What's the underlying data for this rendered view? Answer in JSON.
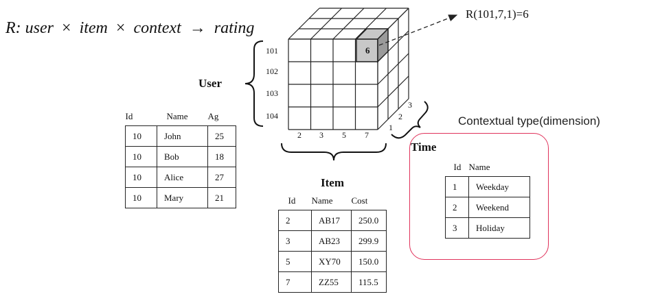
{
  "formula": {
    "var": "R",
    "colon": ":",
    "user": "user",
    "item": "item",
    "context": "context",
    "rating": "rating",
    "times_sym": "×",
    "arrow_sym": "→"
  },
  "callout": {
    "text": "R(101,7,1)=6",
    "cell_value": "6"
  },
  "cube": {
    "user_ticks": [
      "101",
      "102",
      "103",
      "104"
    ],
    "item_ticks": [
      "2",
      "3",
      "5",
      "7"
    ],
    "context_ticks": [
      "1",
      "2",
      "3"
    ]
  },
  "labels": {
    "user": "User",
    "item": "Item",
    "time": "Time",
    "contextual_type": "Contextual type(dimension)"
  },
  "user_table": {
    "headers": [
      "Id",
      "Name",
      "Ag"
    ],
    "rows": [
      [
        "10",
        "John",
        "25"
      ],
      [
        "10",
        "Bob",
        "18"
      ],
      [
        "10",
        "Alice",
        "27"
      ],
      [
        "10",
        "Mary",
        "21"
      ]
    ]
  },
  "item_table": {
    "headers": [
      "Id",
      "Name",
      "Cost"
    ],
    "rows": [
      [
        "2",
        "AB17",
        "250.0"
      ],
      [
        "3",
        "AB23",
        "299.9"
      ],
      [
        "5",
        "XY70",
        "150.0"
      ],
      [
        "7",
        "ZZ55",
        "115.5"
      ]
    ]
  },
  "time_table": {
    "headers": [
      "Id",
      "Name"
    ],
    "rows": [
      [
        "1",
        "Weekday"
      ],
      [
        "2",
        "Weekend"
      ],
      [
        "3",
        "Holiday"
      ]
    ]
  },
  "colors": {
    "highlight_cell": "#c8c8c8",
    "context_box_border": "#e0315a"
  }
}
